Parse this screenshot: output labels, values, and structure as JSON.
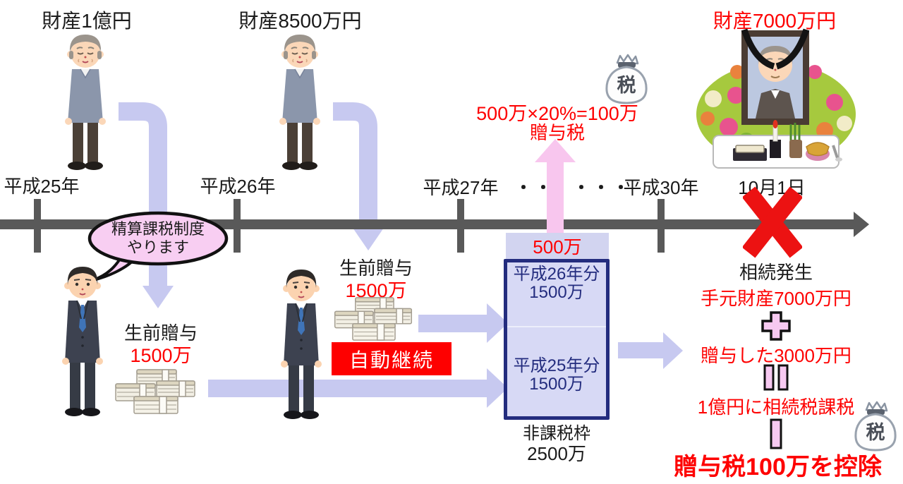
{
  "figures": {
    "person1_label": "財産1億円",
    "person2_label": "財産8500万円",
    "deceased_label": "財産7000万円"
  },
  "timeline": {
    "year1": "平成25年",
    "year2": "平成26年",
    "year3": "平成27年",
    "dots_a": "・・",
    "dots_b": "・・・",
    "year4": "平成30年",
    "date": "10月1日",
    "event": "相続発生"
  },
  "tax_callout": {
    "formula": "500万×20%=100万",
    "label": "贈与税"
  },
  "speech_bubble": {
    "line1": "精算課税制度",
    "line2": "やります"
  },
  "gift1": {
    "title": "生前贈与",
    "amount": "1500万"
  },
  "gift2": {
    "title": "生前贈与",
    "amount": "1500万"
  },
  "auto_continue_label": "自動継続",
  "exemption_box": {
    "overflow_label": "500万",
    "rows": [
      {
        "year": "平成26年分",
        "amount": "1500万"
      },
      {
        "year": "平成25年分",
        "amount": "1500万"
      }
    ],
    "caption_line1": "非課税枠",
    "caption_line2": "2500万"
  },
  "calculation": {
    "line1": "手元財産7000万円",
    "line2": "贈与した3000万円",
    "line3": "1億円に相続税課税",
    "result": "贈与税100万を控除"
  },
  "icons": {
    "tax_bag_glyph": "税"
  },
  "colors": {
    "accent_red": "#fe0000",
    "lavender": "#c7c9f0",
    "pink_arrow": "#f8c6ee",
    "bubble_pink": "#f8cef2",
    "navy": "#232c7e",
    "timeline_gray": "#595959",
    "box_fill": "#d7d9f5"
  }
}
